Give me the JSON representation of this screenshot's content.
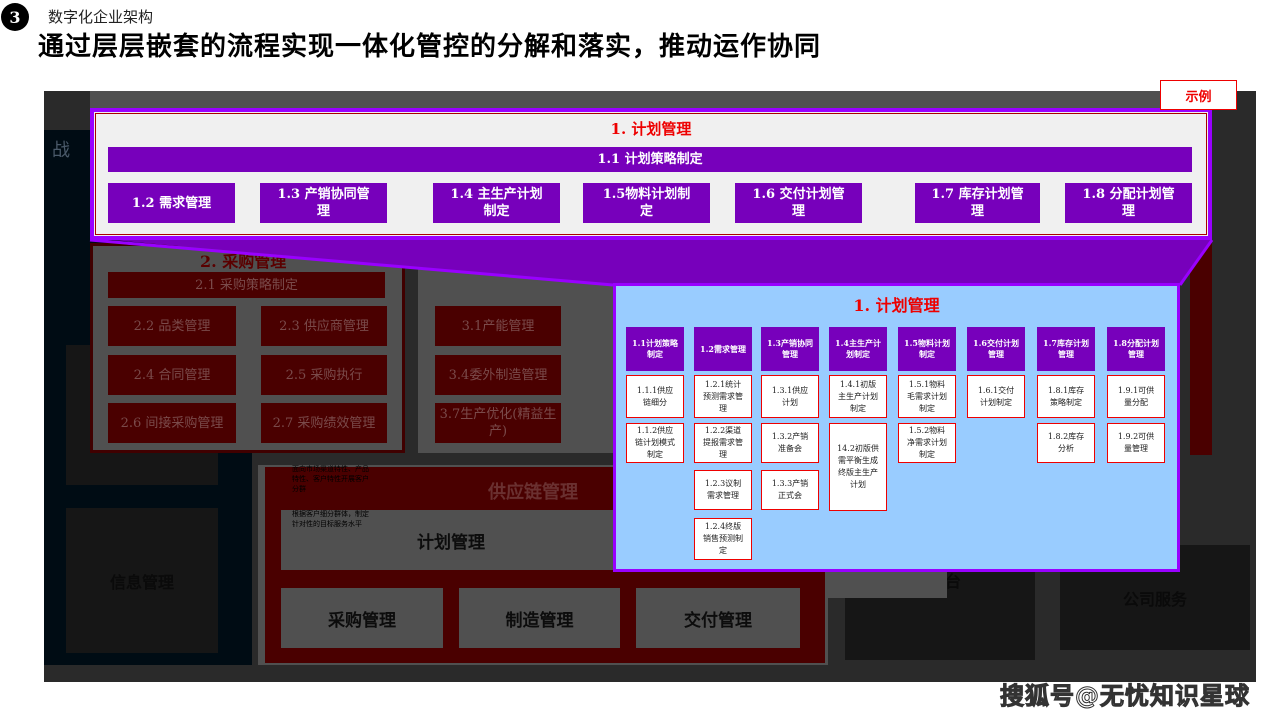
{
  "header": {
    "number": "3",
    "subtitle": "数字化企业架构",
    "title": "通过层层嵌套的流程实现一体化管控的分解和落实，推动运作协同",
    "sample_label": "示例"
  },
  "background": {
    "strategy_partial": "战",
    "info_mgmt": "信息管理",
    "company_service": "公司服务",
    "platform_partial": "台",
    "procurement": {
      "title": "2. 采购管理",
      "strategy": "2.1 采购策略制定",
      "items": [
        "2.2 品类管理",
        "2.3 供应商管理",
        "2.4 合同管理",
        "2.5 采购执行",
        "2.6 间接采购管理",
        "2.7 采购绩效管理"
      ]
    },
    "manufacturing": {
      "items": [
        "3.1产能管理",
        "3.4委外制造管理",
        "3.7生产优化(精益生产)"
      ]
    },
    "supply_chain": {
      "title": "供应链管理",
      "planning": "计划管理",
      "bottom": [
        "采购管理",
        "制造管理",
        "交付管理"
      ],
      "bullets": [
        "面向市场渠道特性、产品特性、客户特性开展客户分群",
        "根据客户细分群体，制定针对性的目标服务水平"
      ]
    }
  },
  "planning_top": {
    "title": "1. 计划管理",
    "strategy": "1.1 计划策略制定",
    "items": [
      "1.2 需求管理",
      "1.3 产销协同管理",
      "1.4 主生产计划制定",
      "1.5物料计划制定",
      "1.6 交付计划管理",
      "1.7 库存计划管理",
      "1.8 分配计划管理"
    ]
  },
  "planning_detail": {
    "title": "1. 计划管理",
    "columns": [
      {
        "header": "1.1计划策略制定",
        "children": [
          "1.1.1供应链细分",
          "1.1.2供应链计划模式制定"
        ]
      },
      {
        "header": "1.2需求管理",
        "children": [
          "1.2.1统计预测需求管理",
          "1.2.2渠道提报需求管理",
          "1.2.3议制需求管理",
          "1.2.4终版销售预测制定"
        ]
      },
      {
        "header": "1.3产销协同管理",
        "children": [
          "1.3.1供应计划",
          "1.3.2产销准备会",
          "1.3.3产销正式会"
        ]
      },
      {
        "header": "1.4主生产计划制定",
        "children": [
          "1.4.1初版主生产计划制定",
          "14.2初版供需平衡生成 终版主生产计划"
        ]
      },
      {
        "header": "1.5物料计划制定",
        "children": [
          "1.5.1物料毛需求计划制定",
          "1.5.2物料净需求计划制定"
        ]
      },
      {
        "header": "1.6交付计划管理",
        "children": [
          "1.6.1交付计划制定"
        ]
      },
      {
        "header": "1.7库存计划管理",
        "children": [
          "1.8.1库存策略制定",
          "1.8.2库存分析"
        ]
      },
      {
        "header": "1.8分配计划管理",
        "children": [
          "1.9.1可供量分配",
          "1.9.2可供量管理"
        ]
      }
    ]
  },
  "watermark": "搜狐号@无忧知识星球",
  "colors": {
    "accent_purple": "#7700bb",
    "border_purple": "#9900ff",
    "title_red": "#ee0000",
    "panel_blue": "#99ccff"
  }
}
